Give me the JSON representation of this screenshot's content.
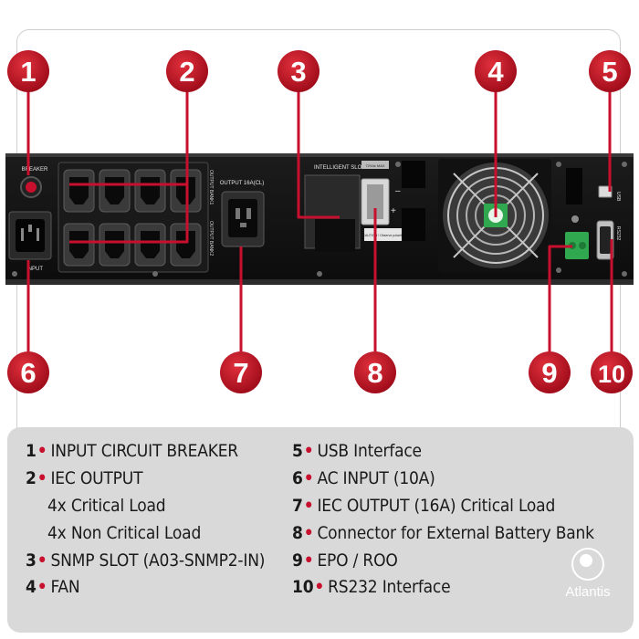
{
  "diagram": {
    "callouts": [
      {
        "n": "1"
      },
      {
        "n": "2"
      },
      {
        "n": "3"
      },
      {
        "n": "4"
      },
      {
        "n": "5"
      },
      {
        "n": "6"
      },
      {
        "n": "7"
      },
      {
        "n": "8"
      },
      {
        "n": "9"
      },
      {
        "n": "10"
      }
    ],
    "panel_labels": {
      "breaker": "BREAKER",
      "input": "INPUT",
      "output_16a": "OUTPUT 16A(CL)",
      "intelligent_slot": "INTELLIGENT SLOT",
      "output_bank1": "OUTPUT BANK1",
      "output_bank2": "OUTPUT BANK2",
      "usb": "USB",
      "rs232": "RS232",
      "caution": "CAUTION ! Observe polarity!",
      "battery_label": "72Vdc MAX"
    },
    "accent_color": "#c8102e"
  },
  "legend": {
    "items": [
      {
        "num": "1",
        "text": "INPUT CIRCUIT BREAKER"
      },
      {
        "num": "2",
        "text": "IEC OUTPUT"
      },
      {
        "num": "",
        "text": "4x Critical Load"
      },
      {
        "num": "",
        "text": "4x Non Critical Load"
      },
      {
        "num": "3",
        "text": "SNMP SLOT (A03-SNMP2-IN)"
      },
      {
        "num": "4",
        "text": "FAN"
      },
      {
        "num": "5",
        "text": "USB Interface"
      },
      {
        "num": "6",
        "text": "AC INPUT (10A)"
      },
      {
        "num": "7",
        "text": "IEC OUTPUT (16A) Critical Load"
      },
      {
        "num": "8",
        "text": "Connector for External Battery Bank"
      },
      {
        "num": "9",
        "text": "EPO / ROO"
      },
      {
        "num": "10",
        "text": "RS232 Interface"
      }
    ],
    "dot": "•"
  },
  "brand": {
    "name": "Atlantis"
  }
}
